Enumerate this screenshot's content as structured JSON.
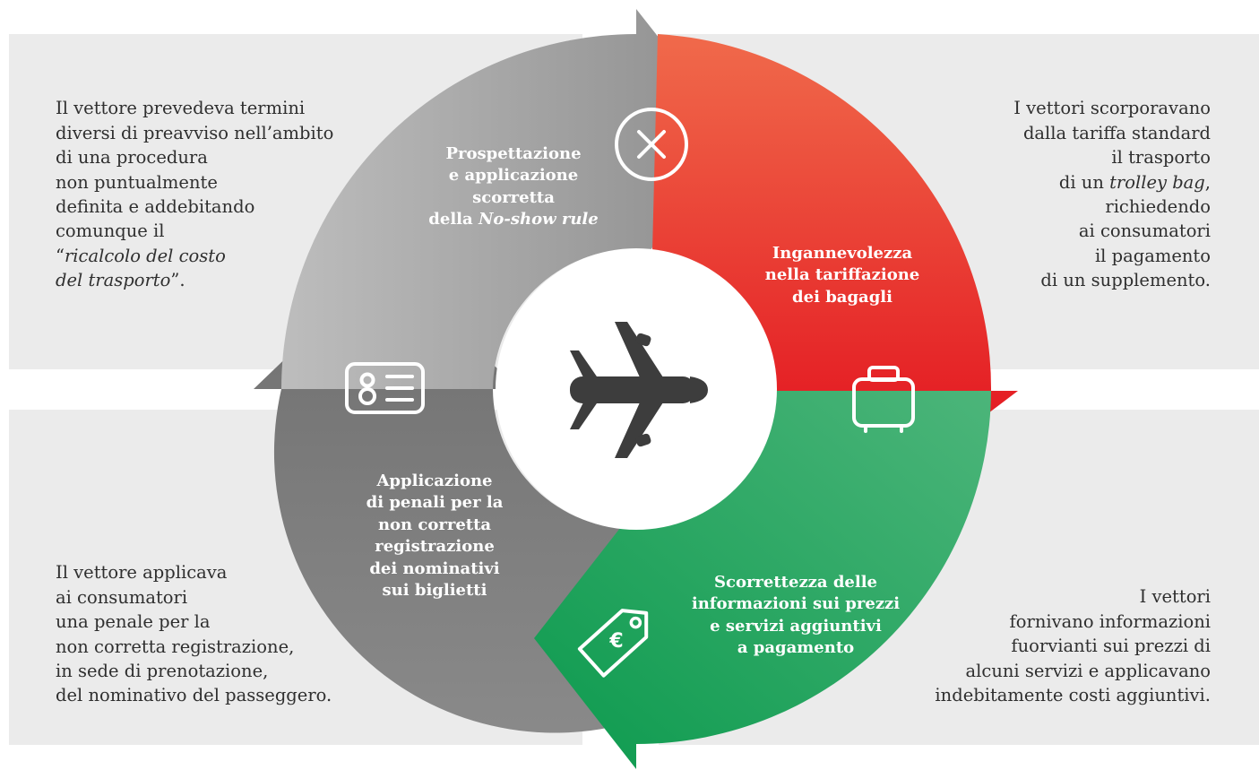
{
  "quadrants": {
    "top_left": {
      "lines": [
        "Il vettore prevedeva termini",
        "diversi di preavviso nell’ambito",
        "di una procedura",
        "non puntualmente",
        "definita e addebitando",
        "comunque il",
        "“ricalcolo del costo",
        "del trasporto”."
      ],
      "italic_fragment": [
        "ricalcolo del costo",
        "del trasporto"
      ]
    },
    "top_right": {
      "lines": [
        "I vettori scorporavano",
        "dalla tariffa standard",
        "il trasporto",
        "di un trolley bag,",
        "richiedendo",
        "ai consumatori",
        "il pagamento",
        "di un supplemento."
      ],
      "italic_fragment": "trolley bag"
    },
    "bottom_left": {
      "lines": [
        "Il vettore applicava",
        "ai consumatori",
        "una penale per la",
        "non corretta registrazione,",
        "in sede di prenotazione,",
        "del nominativo del passeggero."
      ]
    },
    "bottom_right": {
      "lines": [
        "I vettori",
        "fornivano informazioni",
        "fuorvianti sui prezzi di",
        "alcuni servizi e applicavano",
        "indebitamente costi aggiuntivi."
      ]
    }
  },
  "segments": [
    {
      "id": "no-show",
      "title_lines": [
        "Prospettazione",
        "e applicazione",
        "scorretta",
        "della No-show rule"
      ],
      "italic_fragment": "No-show rule",
      "icon": "x-circle-icon",
      "color": "#9c9c9c"
    },
    {
      "id": "baggage",
      "title_lines": [
        "Ingannevolezza",
        "nella tariffazione",
        "dei bagagli"
      ],
      "icon": "suitcase-icon",
      "color": "#e8453a"
    },
    {
      "id": "prices",
      "title_lines": [
        "Scorrettezza delle",
        "informazioni sui prezzi",
        "e servizi aggiuntivi",
        "a pagamento"
      ],
      "icon": "euro-tag-icon",
      "color": "#1e9e58"
    },
    {
      "id": "names",
      "title_lines": [
        "Applicazione",
        "di penali per la",
        "non corretta",
        "registrazione",
        "dei nominativi",
        "sui biglietti"
      ],
      "icon": "id-card-icon",
      "color": "#7d7d7d"
    }
  ],
  "center": {
    "icon": "airplane-icon"
  },
  "colors": {
    "panel": "#ebebeb",
    "gray_light": "#c7c7c7",
    "gray_mid": "#9c9c9c",
    "gray_dark": "#7a7a7a",
    "red_top": "#f06a4b",
    "red_bottom": "#e20d1b",
    "green_top": "#4cb57a",
    "green_bottom": "#0c9a4e",
    "plane": "#3d3d3d"
  }
}
